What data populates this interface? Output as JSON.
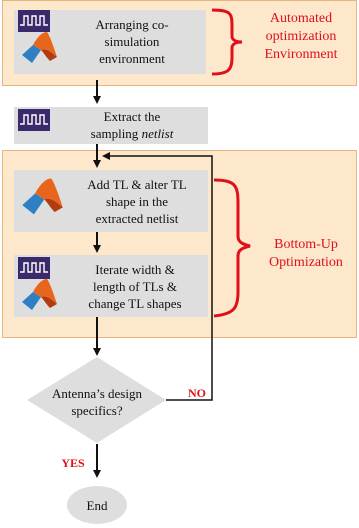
{
  "panels": {
    "top": {
      "label_line1": "Automated",
      "label_line2": "optimization",
      "label_line3": "Environment"
    },
    "bottom": {
      "label_line1": "Bottom-Up",
      "label_line2": "Optimization"
    }
  },
  "steps": {
    "cosim": {
      "line1": "Arranging co-",
      "line2": "simulation",
      "line3": "environment"
    },
    "extract": {
      "line1": "Extract the",
      "line2_plain": "sampling ",
      "line2_italic": "netlist"
    },
    "addtl": {
      "line1": "Add TL & alter TL",
      "line2": "shape in the",
      "line3": "extracted netlist"
    },
    "iterate": {
      "line1": "Iterate width &",
      "line2": "length of TLs &",
      "line3": "change TL shapes"
    }
  },
  "decision": {
    "line1": "Antenna’s design",
    "line2": "specifics?"
  },
  "labels": {
    "no": "NO",
    "yes": "YES"
  },
  "end": {
    "label": "End"
  },
  "colors": {
    "panel": "#fde8cc",
    "box": "#dedede",
    "accent": "#e0101a",
    "arrow": "#111111"
  },
  "icons": [
    "waveform-icon",
    "matlab-icon"
  ]
}
